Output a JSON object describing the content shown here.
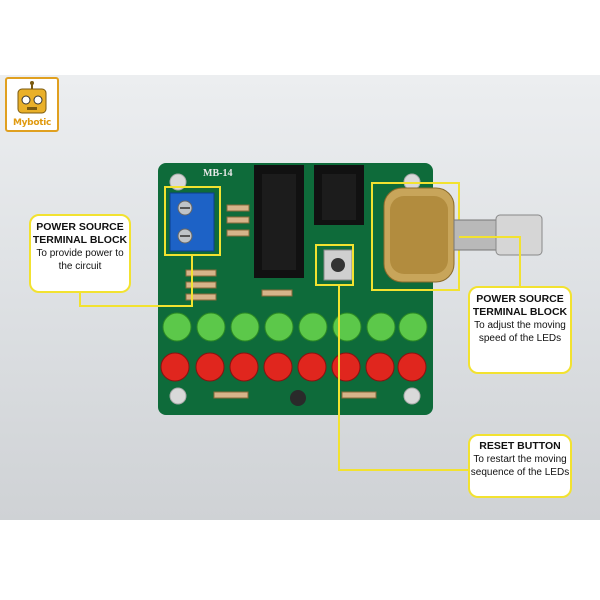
{
  "logo": {
    "text": "Mybotic"
  },
  "board": {
    "label": "MB-14"
  },
  "callouts": [
    {
      "title": "POWER SOURCE TERMINAL BLOCK",
      "desc": "To provide power to the circuit"
    },
    {
      "title": "POWER SOURCE TERMINAL BLOCK",
      "desc": "To adjust the moving speed of the LEDs"
    },
    {
      "title": "RESET BUTTON",
      "desc": "To restart the moving sequence of the LEDs"
    }
  ],
  "colors": {
    "highlight": "#f2e230",
    "pcb": "#0e6b3a",
    "terminal": "#1d62c6"
  }
}
